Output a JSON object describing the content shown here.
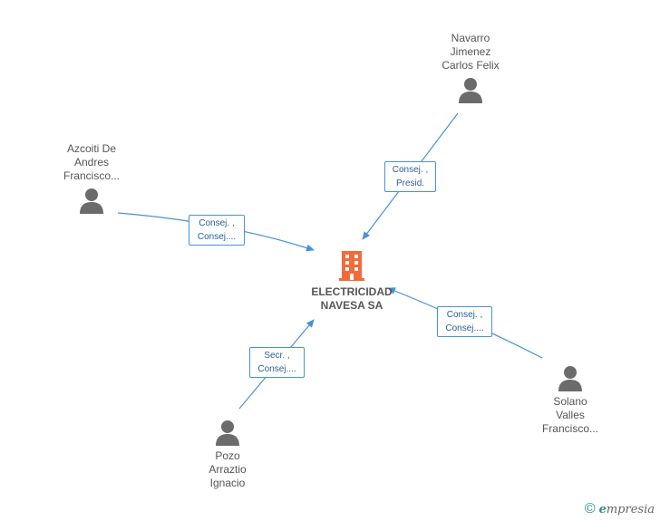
{
  "company": {
    "name_line1": "ELECTRICIDAD",
    "name_line2": "NAVESA SA",
    "icon": "building-icon",
    "color": "#f26b3a"
  },
  "people": [
    {
      "id": "navarro",
      "lines": [
        "Navarro",
        "Jimenez",
        "Carlos Felix"
      ],
      "icon": "person-icon",
      "role_lines": [
        "Consej. ,",
        "Presid."
      ]
    },
    {
      "id": "azcoiti",
      "lines": [
        "Azcoiti De",
        "Andres",
        "Francisco..."
      ],
      "icon": "person-icon",
      "role_lines": [
        "Consej. ,",
        "Consej...."
      ]
    },
    {
      "id": "pozo",
      "lines": [
        "Pozo",
        "Arraztio",
        "Ignacio"
      ],
      "icon": "person-icon",
      "role_lines": [
        "Secr. ,",
        "Consej...."
      ]
    },
    {
      "id": "solano",
      "lines": [
        "Solano",
        "Valles",
        "Francisco..."
      ],
      "icon": "person-icon",
      "role_lines": [
        "Consej. ,",
        "Consej...."
      ]
    }
  ],
  "colors": {
    "edge": "#4a90d9",
    "person": "#6b6b6b"
  },
  "watermark": {
    "copyright": "©",
    "brand_initial": "e",
    "brand_rest": "mpresia"
  }
}
